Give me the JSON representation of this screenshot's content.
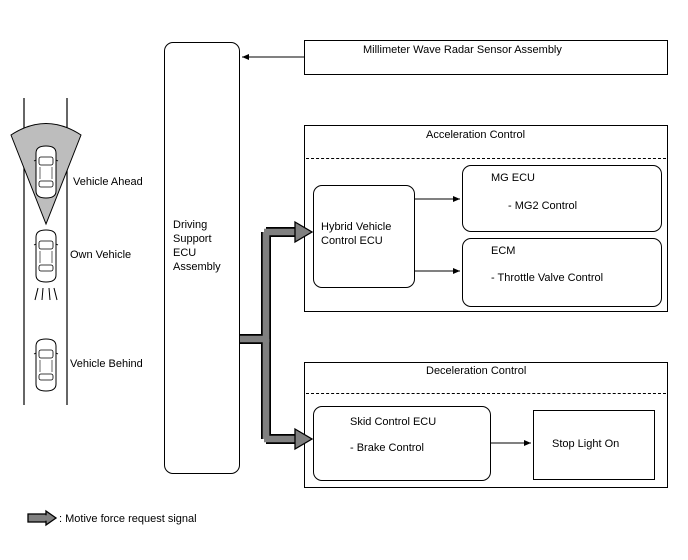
{
  "radar_box": {
    "label": "Millimeter Wave Radar Sensor Assembly"
  },
  "ecu_box": {
    "label_lines": [
      "Driving",
      "Support",
      "ECU",
      "Assembly"
    ]
  },
  "acceleration_group": {
    "title": "Acceleration Control",
    "hybrid_ecu": {
      "label_lines": [
        "Hybrid Vehicle",
        "Control ECU"
      ]
    },
    "mg_ecu": {
      "title": "MG ECU",
      "detail": "- MG2 Control"
    },
    "ecm": {
      "title": "ECM",
      "detail": "- Throttle Valve Control"
    }
  },
  "deceleration_group": {
    "title": "Deceleration Control",
    "skid_ecu": {
      "title": "Skid Control ECU",
      "detail": "- Brake Control"
    },
    "stop_light": {
      "label": "Stop Light On"
    }
  },
  "vehicles": {
    "ahead": "Vehicle Ahead",
    "own": "Own Vehicle",
    "behind": "Vehicle Behind"
  },
  "legend": {
    "label": ": Motive force request signal",
    "arrow_color": "#808080"
  }
}
